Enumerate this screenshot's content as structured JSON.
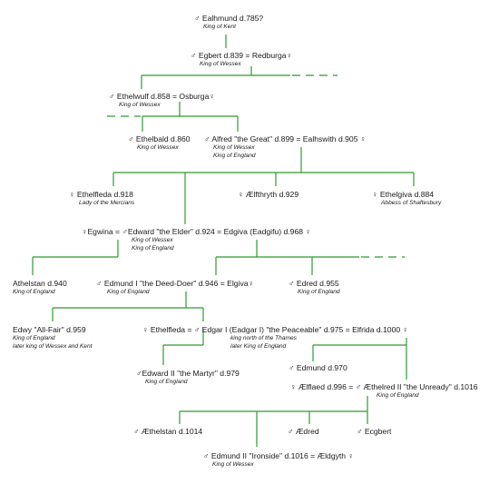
{
  "colors": {
    "line": "#2e9b2e",
    "text": "#1a1a1a",
    "background": "#ffffff"
  },
  "people": {
    "ealhmund": {
      "name": "♂ Ealhmund d.785?",
      "title": "King of Kent"
    },
    "egbert": {
      "name": "♂ Egbert d.839 =  Redburga♀",
      "title": "King of Wessex"
    },
    "ethelwulf": {
      "name": "♂ Ethelwulf d.858 = Osburga♀",
      "title": "King of Wessex"
    },
    "ethelbald": {
      "name": "♂ Ethelbald d.860",
      "title": "King of Wessex"
    },
    "alfred": {
      "name": "♂ Alfred \"the Great\" d.899 = Ealhswith d.905 ♀",
      "title": "King of Wessex",
      "title2": "King of England"
    },
    "ethelfleda918": {
      "name": "♀ Ethelfleda d.918",
      "title": "Lady of the Mercians"
    },
    "aelfthryth": {
      "name": "♀ Ælfthryth d.929"
    },
    "ethelgiva": {
      "name": "♀ Ethelgiva d.884",
      "title": "Abbess of Shaftesbury"
    },
    "edward_elder": {
      "name": "♀Egwina = ♂Edward \"the Elder\" d.924 = Edgiva (Eadgifu) d.968 ♀",
      "title": "King of Wessex",
      "title2": "King of England"
    },
    "athelstan": {
      "name": "Athelstan d.940",
      "title": "King of England"
    },
    "edmund1": {
      "name": "♂ Edmund I \"the Deed-Doer\" d.946 = Elgiva♀",
      "title": "King of England"
    },
    "edred": {
      "name": "♂ Edred d.955",
      "title": "King of England"
    },
    "edwy": {
      "name": "Edwy \"All-Fair\" d.959",
      "title": "King of England",
      "title2": "later king of  Wessex and Kent"
    },
    "edgar": {
      "name": "♀ Ethelfleda = ♂ Edgar I (Eadgar I) \"the Peaceable\" d.975 = Elfrida d.1000   ♀",
      "title": "king north of the Thames",
      "title2": "later King of England"
    },
    "edward_martyr": {
      "name": "♂Edward II \"the Martyr\" d.979",
      "title": "King of England"
    },
    "edmund970": {
      "name": "♂ Edmund d.970"
    },
    "aethelred": {
      "name": "♀ Ælflaed d.996   =  ♂ Æthelred II \"the Unready\" d.1016",
      "title": "King of England"
    },
    "aethelstan1014": {
      "name": "♂ Æthelstan d.1014"
    },
    "aedred": {
      "name": "♂ Ædred"
    },
    "ecgbert": {
      "name": "♂ Ecgbert"
    },
    "edmund_ironside": {
      "name": "♂ Edmund II \"Ironside\" d.1016 = Ældgyth ♀",
      "title": "King of Wessex"
    }
  }
}
